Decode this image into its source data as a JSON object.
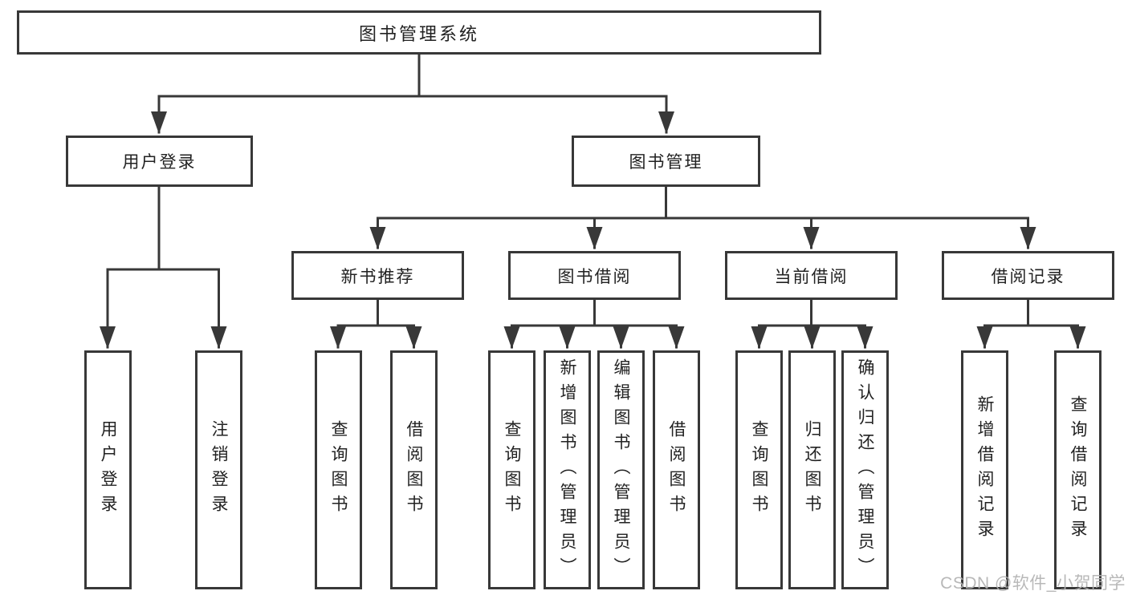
{
  "diagram": {
    "root_label": "图书管理系统",
    "level2": [
      {
        "label": "用户登录"
      },
      {
        "label": "图书管理"
      }
    ],
    "level3": [
      {
        "label": "新书推荐"
      },
      {
        "label": "图书借阅"
      },
      {
        "label": "当前借阅"
      },
      {
        "label": "借阅记录"
      }
    ],
    "leaves": {
      "user_login": [
        "用户登录",
        "注销登录"
      ],
      "new_book": [
        "查询图书",
        "借阅图书"
      ],
      "book_borrow": [
        "查询图书",
        "新增图书（管理员）",
        "编辑图书（管理员）",
        "借阅图书"
      ],
      "current_borrow": [
        "查询图书",
        "归还图书",
        "确认归还（管理员）"
      ],
      "borrow_record": [
        "新增借阅记录",
        "查询借阅记录"
      ]
    },
    "colors": {
      "line": "#383838",
      "text": "#222222",
      "watermark": "#b3b3b3",
      "background": "#ffffff"
    }
  },
  "watermark": {
    "text": "CSDN @软件_小贺同学"
  }
}
